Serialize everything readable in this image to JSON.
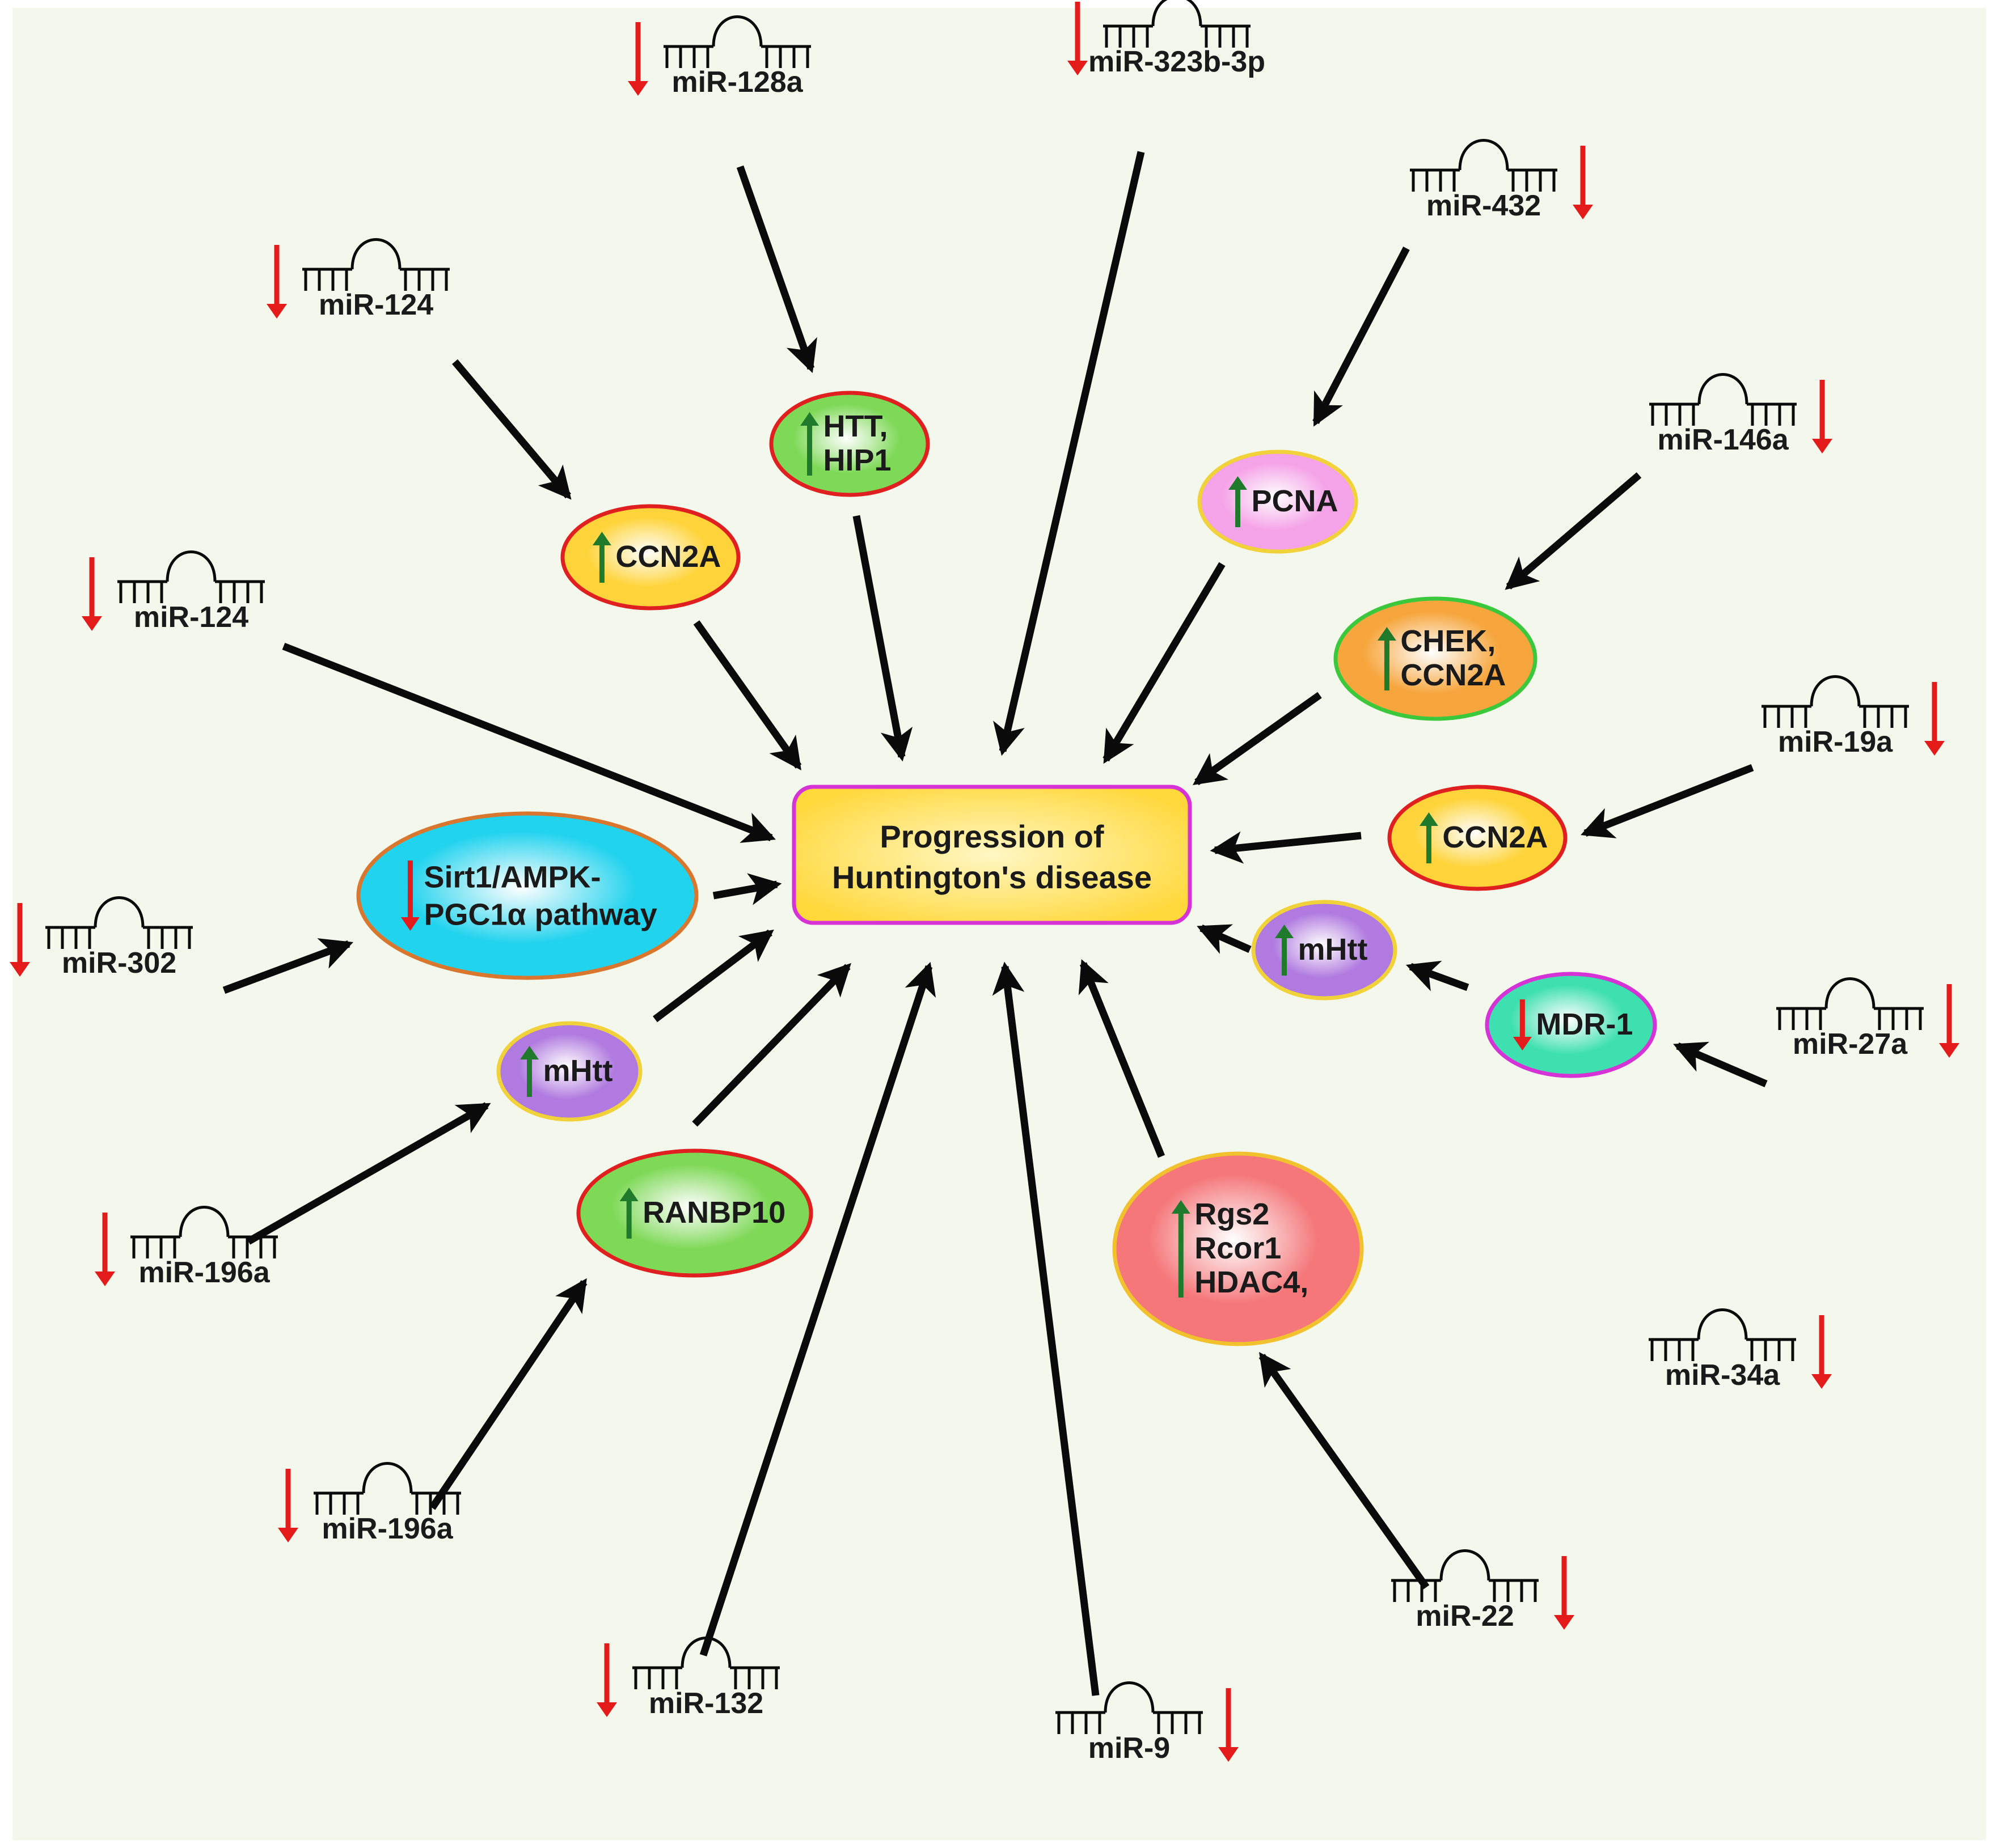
{
  "colors": {
    "background": "#f4f8ec",
    "arrow": "#0a0a0a",
    "down_arrow": "#e31b1b",
    "up_arrow": "#1f7a2c"
  },
  "center": {
    "line1": "Progression of",
    "line2": "Huntington's disease",
    "fill": "#ffd83a",
    "border": "#d633d6"
  },
  "mirnas": [
    {
      "id": "mir128a",
      "label": "miR-128a",
      "direction": "down"
    },
    {
      "id": "mir323",
      "label": "miR-323b-3p",
      "direction": "down"
    },
    {
      "id": "mir432",
      "label": "miR-432",
      "direction": "down"
    },
    {
      "id": "mir124a",
      "label": "miR-124",
      "direction": "down"
    },
    {
      "id": "mir146a",
      "label": "miR-146a",
      "direction": "down"
    },
    {
      "id": "mir124b",
      "label": "miR-124",
      "direction": "down"
    },
    {
      "id": "mir19a",
      "label": "miR-19a",
      "direction": "down"
    },
    {
      "id": "mir302",
      "label": "miR-302",
      "direction": "down"
    },
    {
      "id": "mir27a",
      "label": "miR-27a",
      "direction": "down"
    },
    {
      "id": "mir196a1",
      "label": "miR-196a",
      "direction": "down"
    },
    {
      "id": "mir34a",
      "label": "miR-34a",
      "direction": "down"
    },
    {
      "id": "mir196a2",
      "label": "miR-196a",
      "direction": "down"
    },
    {
      "id": "mir22",
      "label": "miR-22",
      "direction": "down"
    },
    {
      "id": "mir132",
      "label": "miR-132",
      "direction": "down"
    },
    {
      "id": "mir9",
      "label": "miR-9",
      "direction": "down"
    }
  ],
  "targets": [
    {
      "id": "htt",
      "lines": [
        "HTT,",
        "HIP1"
      ],
      "direction": "up",
      "fill": "#7ed957",
      "border": "#e02020"
    },
    {
      "id": "ccn2a_a",
      "lines": [
        "CCN2A"
      ],
      "direction": "up",
      "fill": "#ffd43b",
      "border": "#e02020"
    },
    {
      "id": "pcna",
      "lines": [
        "PCNA"
      ],
      "direction": "up",
      "fill": "#f5a3e8",
      "border": "#f2d23a"
    },
    {
      "id": "chek",
      "lines": [
        "CHEK,",
        "CCN2A"
      ],
      "direction": "up",
      "fill": "#f7a63d",
      "border": "#3cc83c"
    },
    {
      "id": "ccn2a_b",
      "lines": [
        "CCN2A"
      ],
      "direction": "up",
      "fill": "#ffd43b",
      "border": "#e02020"
    },
    {
      "id": "sirt1",
      "lines": [
        "Sirt1/AMPK-",
        "PGC1α pathway"
      ],
      "direction": "down",
      "fill": "#22d3ee",
      "border": "#d9772e"
    },
    {
      "id": "mhtt_r",
      "lines": [
        "mHtt"
      ],
      "direction": "up",
      "fill": "#b07ae0",
      "border": "#f2d23a"
    },
    {
      "id": "mdr1",
      "lines": [
        "MDR-1"
      ],
      "direction": "down",
      "fill": "#3ee0b0",
      "border": "#d633d6"
    },
    {
      "id": "mhtt_l",
      "lines": [
        "mHtt"
      ],
      "direction": "up",
      "fill": "#b07ae0",
      "border": "#f2d23a"
    },
    {
      "id": "ranbp10",
      "lines": [
        "RANBP10"
      ],
      "direction": "up",
      "fill": "#7ed957",
      "border": "#e02020"
    },
    {
      "id": "rgs2",
      "lines": [
        "Rgs2",
        "Rcor1",
        "HDAC4,"
      ],
      "direction": "up",
      "fill": "#f5777a",
      "border": "#f2c12e"
    }
  ]
}
